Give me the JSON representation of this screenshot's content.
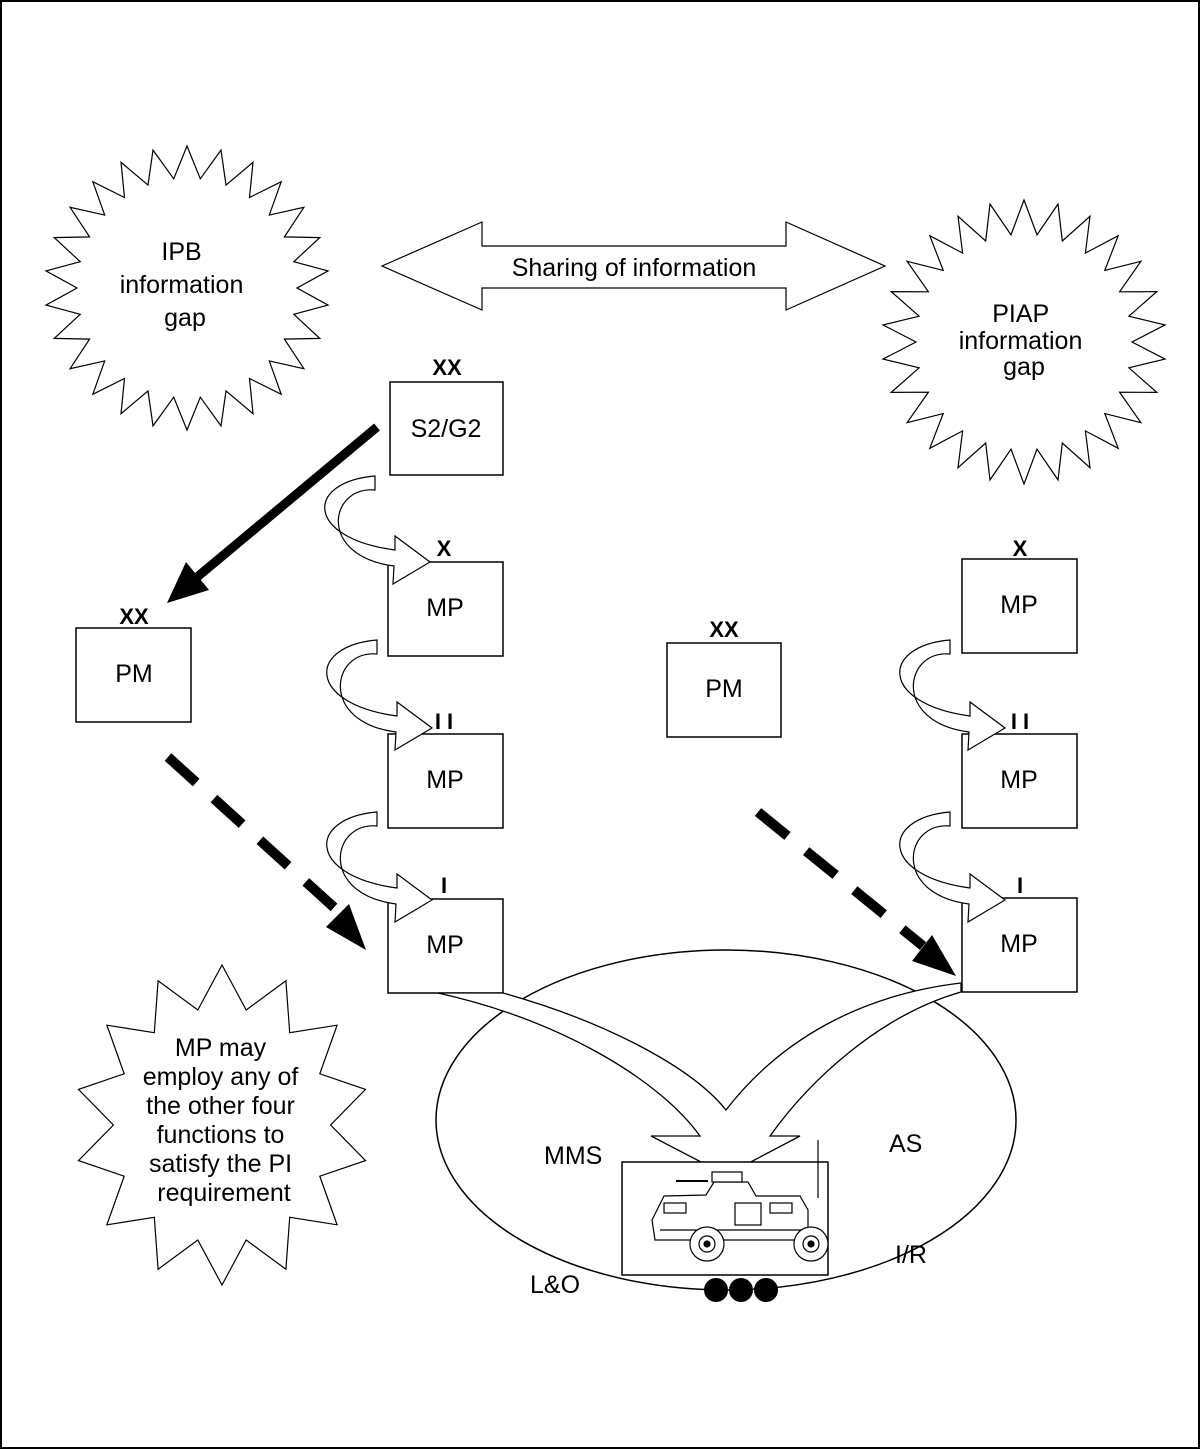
{
  "bursts": {
    "ipb": [
      "IPB",
      "information",
      "gap"
    ],
    "piap": [
      "PIAP",
      "information",
      "gap"
    ],
    "mp_note": [
      "MP may",
      "employ any of",
      "the other four",
      "functions to",
      "satisfy the PI",
      "requirement"
    ]
  },
  "sharing_label": "Sharing of information",
  "left_column": {
    "s2g2": {
      "echelon": "XX",
      "label": "S2/G2"
    },
    "brigade": {
      "echelon": "X",
      "label": "MP"
    },
    "battalion": {
      "echelon": "I I",
      "label": "MP"
    },
    "company": {
      "echelon": "I",
      "label": "MP"
    }
  },
  "left_pm": {
    "echelon": "XX",
    "label": "PM"
  },
  "right_pm": {
    "echelon": "XX",
    "label": "PM"
  },
  "right_column": {
    "brigade": {
      "echelon": "X",
      "label": "MP"
    },
    "battalion": {
      "echelon": "I I",
      "label": "MP"
    },
    "company": {
      "echelon": "I",
      "label": "MP"
    }
  },
  "functions": {
    "mms": "MMS",
    "as": "AS",
    "lo": "L&O",
    "ir": "I/R"
  },
  "vehicle_icon": "armored-vehicle-icon",
  "colors": {
    "stroke": "#000000",
    "fill": "#ffffff"
  }
}
